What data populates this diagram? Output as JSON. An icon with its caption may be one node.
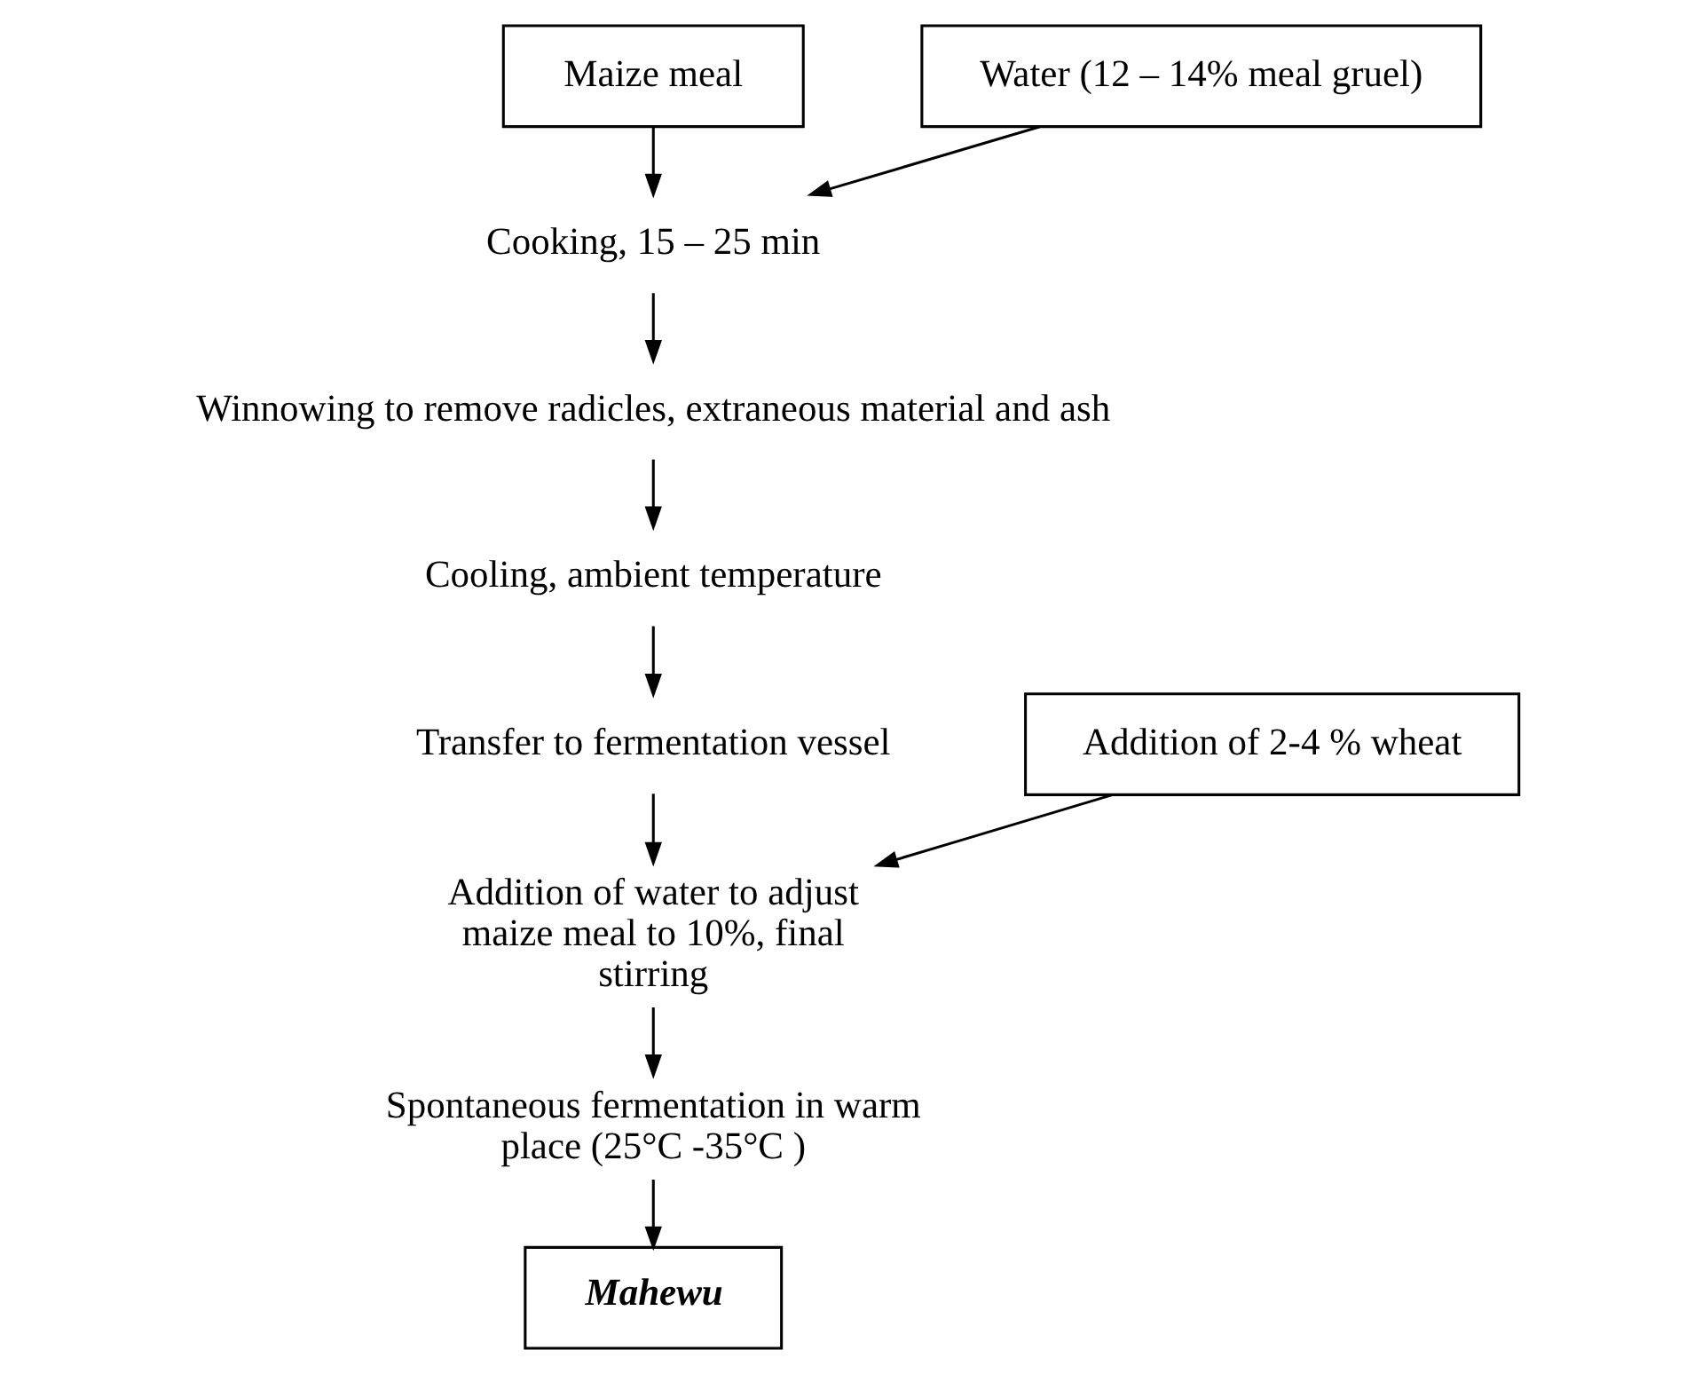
{
  "diagram": {
    "nodes": [
      {
        "text": [
          "Maize meal"
        ]
      },
      {
        "text": [
          "Water (12 – 14% meal gruel)"
        ]
      },
      {
        "text": [
          "Cooking, 15 – 25 min"
        ]
      },
      {
        "text": [
          "Winnowing to remove radicles, extraneous material and ash"
        ]
      },
      {
        "text": [
          "Cooling, ambient temperature"
        ]
      },
      {
        "text": [
          "Transfer to fermentation vessel"
        ]
      },
      {
        "text": [
          "Addition of 2-4 % wheat"
        ]
      },
      {
        "text": [
          "Addition of water to adjust maize meal to 10%, final stirring"
        ]
      },
      {
        "text": [
          "Spontaneous fermentation in warm place (25°C -35°C )"
        ]
      },
      {
        "text": [
          "Mahewu"
        ]
      }
    ],
    "edges": [
      {
        "from": 0,
        "to": 2,
        "arrow": "to"
      },
      {
        "from": 1,
        "to": 2,
        "arrow": "to"
      },
      {
        "from": 2,
        "to": 3,
        "arrow": "to"
      },
      {
        "from": 3,
        "to": 4,
        "arrow": "to"
      },
      {
        "from": 4,
        "to": 5,
        "arrow": "to"
      },
      {
        "from": 5,
        "to": 7,
        "arrow": "to"
      },
      {
        "from": 6,
        "to": 7,
        "arrow": "to"
      },
      {
        "from": 7,
        "to": 8,
        "arrow": "to"
      },
      {
        "from": 8,
        "to": 9,
        "arrow": "to"
      }
    ]
  }
}
